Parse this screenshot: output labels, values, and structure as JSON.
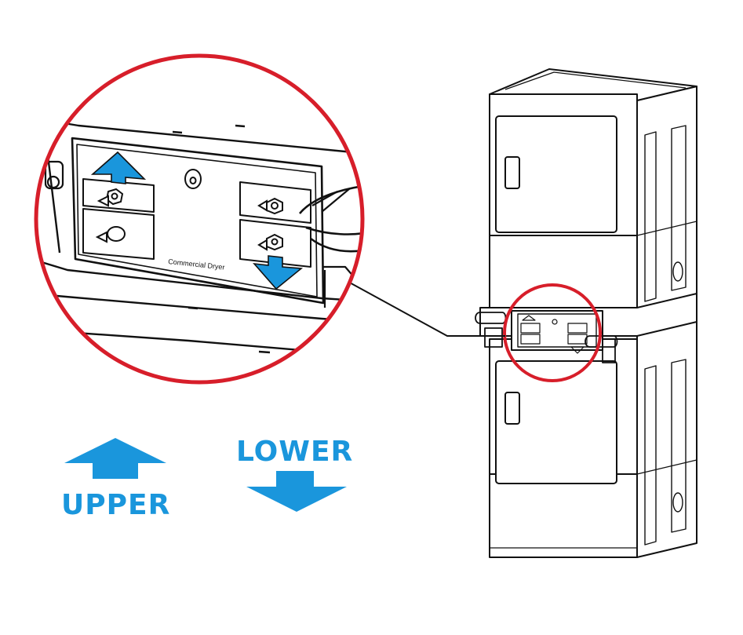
{
  "callout": {
    "panel_caption": "Commercial Dryer"
  },
  "legend": {
    "upper_label": "UPPER",
    "lower_label": "LOWER"
  },
  "colors": {
    "callout_ring": "#d71e2a",
    "arrow_blue": "#1a96dc",
    "line_art": "#111111",
    "background": "#ffffff"
  },
  "icons": {
    "upper": "arrow-up-icon",
    "lower": "arrow-down-icon"
  }
}
